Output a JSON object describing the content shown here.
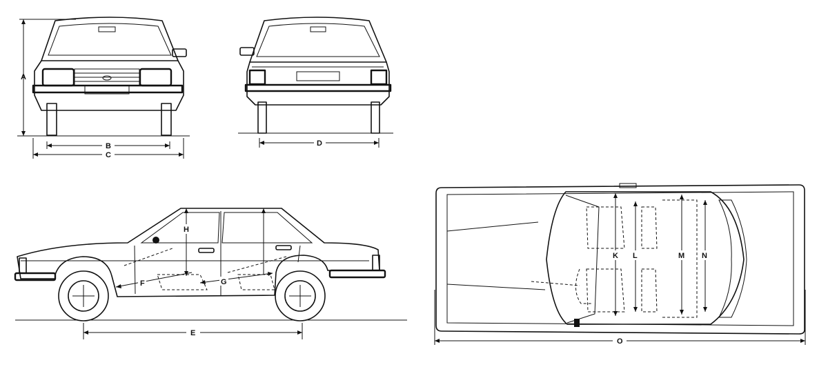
{
  "drawing": {
    "views": [
      "front-view",
      "rear-view",
      "side-view",
      "top-view"
    ],
    "dimension_labels": {
      "A": "A",
      "B": "B",
      "C": "C",
      "D": "D",
      "E": "E",
      "F": "F",
      "G": "G",
      "H": "H",
      "K": "K",
      "L": "L",
      "M": "M",
      "N": "N",
      "O": "O"
    },
    "line_color": "#111111",
    "background": "#ffffff"
  }
}
